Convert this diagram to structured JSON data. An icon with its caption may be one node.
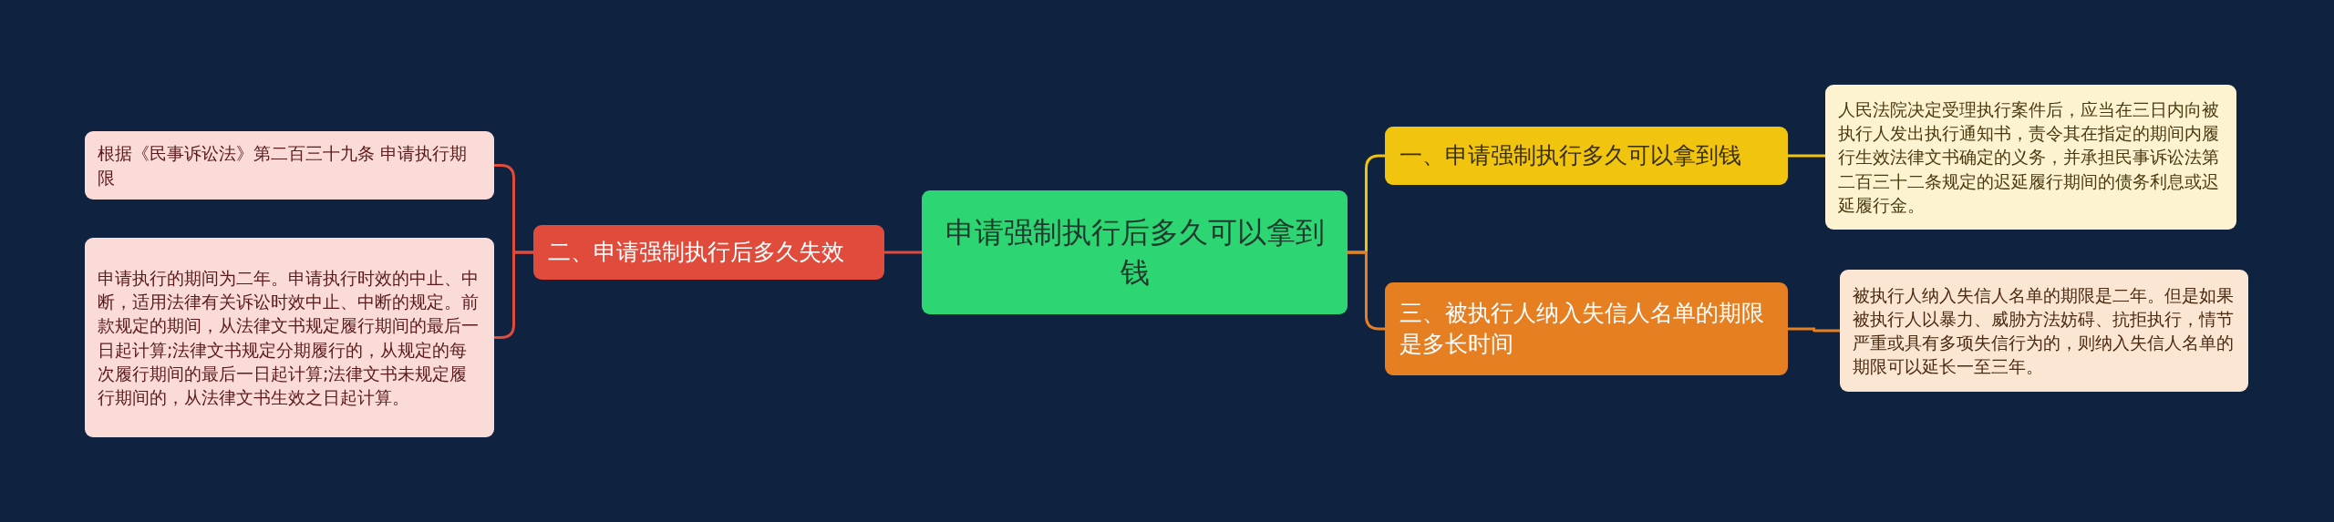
{
  "diagram": {
    "nodes": [
      {
        "text": [
          "申请强制执行后多久可以拿到钱"
        ]
      },
      {
        "text": [
          "一、申请强制执行多久可以拿到钱"
        ]
      },
      {
        "text": [
          "人民法院决定受理执行案件后，应当在三日内向被执行人发出执行通知书，责令其在指定的期间内履行生效法律文书确定的义务，并承担民事诉讼法第二百三十二条规定的迟延履行期间的债务利息或迟延履行金。"
        ]
      },
      {
        "text": [
          "三、被执行人纳入失信人名单的期限是多长时间"
        ]
      },
      {
        "text": [
          "被执行人纳入失信人名单的期限是二年。但是如果被执行人以暴力、威胁方法妨碍、抗拒执行，情节严重或具有多项失信行为的，则纳入失信人名单的期限可以延长一至三年。"
        ]
      },
      {
        "text": [
          "二、申请强制执行后多久失效"
        ]
      },
      {
        "text": [
          "根据《民事诉讼法》第二百三十九条 申请执行期限"
        ]
      },
      {
        "text": [
          "申请执行的期间为二年。申请执行时效的中止、中断，适用法律有关诉讼时效中止、中断的规定。前款规定的期间，从法律文书规定履行期间的最后一日起计算;法律文书规定分期履行的，从规定的每次履行期间的最后一日起计算;法律文书未规定履行期间的，从法律文书生效之日起计算。"
        ]
      }
    ],
    "edges": [
      {
        "from": 0,
        "to": 1,
        "arrow": "none",
        "color": "#f1c40f"
      },
      {
        "from": 1,
        "to": 2,
        "arrow": "none",
        "color": "#f1c40f"
      },
      {
        "from": 0,
        "to": 3,
        "arrow": "none",
        "color": "#e67e22"
      },
      {
        "from": 3,
        "to": 4,
        "arrow": "none",
        "color": "#e67e22"
      },
      {
        "from": 0,
        "to": 5,
        "arrow": "none",
        "color": "#e04b3c"
      },
      {
        "from": 5,
        "to": 6,
        "arrow": "none",
        "color": "#e04b3c"
      },
      {
        "from": 5,
        "to": 7,
        "arrow": "none",
        "color": "#e04b3c"
      }
    ]
  }
}
